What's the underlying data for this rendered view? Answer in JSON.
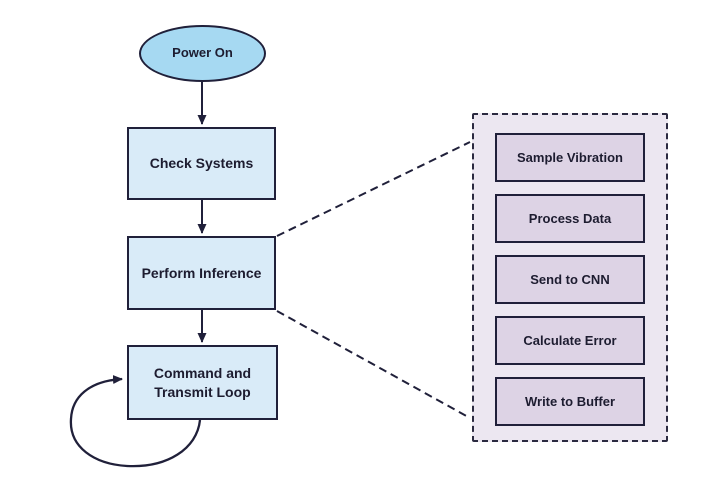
{
  "nodes": {
    "power_on": {
      "label": "Power On",
      "shape": "ellipse"
    },
    "check_systems": {
      "label": "Check Systems",
      "shape": "rect"
    },
    "perform_inference": {
      "label": "Perform Inference",
      "shape": "rect"
    },
    "command_loop": {
      "label": "Command and Transmit Loop",
      "shape": "rect"
    }
  },
  "detail_panel": {
    "items": [
      "Sample Vibration",
      "Process Data",
      "Send to CNN",
      "Calculate Error",
      "Write to Buffer"
    ]
  },
  "edges": [
    {
      "from": "power_on",
      "to": "check_systems",
      "style": "solid-arrow"
    },
    {
      "from": "check_systems",
      "to": "perform_inference",
      "style": "solid-arrow"
    },
    {
      "from": "perform_inference",
      "to": "command_loop",
      "style": "solid-arrow"
    },
    {
      "from": "command_loop",
      "to": "command_loop",
      "style": "self-loop-arrow"
    },
    {
      "from": "perform_inference",
      "to": "detail_panel",
      "style": "dashed-expansion"
    }
  ],
  "colors": {
    "background": "#ffffff",
    "ellipse_fill": "#a6d9f2",
    "process_fill": "#d9ebf8",
    "panel_fill": "#ece7f1",
    "panel_item_fill": "#ddd3e5",
    "stroke_and_text": "#20203a"
  }
}
